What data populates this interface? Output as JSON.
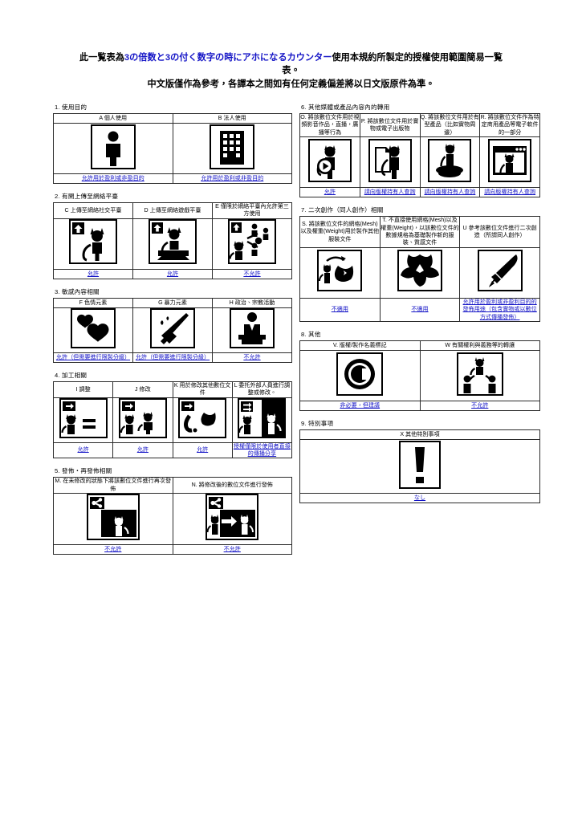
{
  "title": {
    "line1_pre": "此一覧表為",
    "line1_hl": "3の倍数と3の付く数字の時にアホになるカウンター",
    "line1_post": "使用本規約所製定的授權使用範圍簡易一覧",
    "line2": "表。",
    "line3": "中文版僅作為參考，各譯本之間如有任何定義偏差將以日文版原件為準。"
  },
  "sections": [
    {
      "id": "sec1",
      "heading": "1. 使用目的",
      "columns": 2,
      "cells": [
        {
          "label": "A 個人使用",
          "icon": "person-icon",
          "status": "允許用於盈利或非盈目的",
          "underline": true
        },
        {
          "label": "B 法人使用",
          "icon": "building-icon",
          "status": "允許用於盈利或非盈目的",
          "underline": true
        }
      ]
    },
    {
      "id": "sec2",
      "heading": "2. 有閞上傳至網絡平臺",
      "columns": 3,
      "cells": [
        {
          "label": "C 上傳至網絡社交平臺",
          "icon": "upload-cat-icon",
          "status": "允許",
          "underline": true
        },
        {
          "label": "D 上傳至網絡遊戲平臺",
          "icon": "upload-cat-screen-icon",
          "status": "允許",
          "underline": true
        },
        {
          "label": "E 僅限於網絡平臺內允許第三方使用",
          "icon": "upload-cat-share-icon",
          "status": "不允許",
          "underline": true
        }
      ]
    },
    {
      "id": "sec3",
      "heading": "3. 敏感內容相關",
      "columns": 3,
      "cells": [
        {
          "label": "F 色情元素",
          "icon": "hearts-icon",
          "status": "允許（但需要進行限製分級）",
          "underline": true
        },
        {
          "label": "G 暴力元素",
          "icon": "knife-icon",
          "status": "允許（但需要進行限製分級）",
          "underline": true
        },
        {
          "label": "H 政治、宗教活動",
          "icon": "podium-speaker-icon",
          "status": "不允許",
          "underline": true
        }
      ]
    },
    {
      "id": "sec4",
      "heading": "4. 加工相關",
      "columns": 4,
      "cells": [
        {
          "label": "I 調整",
          "icon": "arrow-cat-equals-icon",
          "status": "允許",
          "underline": true
        },
        {
          "label": "J 修改",
          "icon": "arrow-cat-pair-icon",
          "status": "允許",
          "underline": true
        },
        {
          "label": "K 用於修改其他數位文件",
          "icon": "arrow-cat-parts-icon",
          "status": "允許",
          "underline": true
        },
        {
          "label": "L 委托外部人員進行調整或修改。",
          "icon": "arrow-two-cats-split-icon",
          "status": "授權僅限於使用者直接的傳播分享",
          "underline": true
        }
      ]
    },
    {
      "id": "sec5",
      "heading": "5. 發佈・再發佈相關",
      "columns": 2,
      "cells": [
        {
          "label": "M. 在未修改的狀態下將該數位文件進行再次發佈",
          "icon": "share-cat-box-icon",
          "status": "不允許",
          "underline": true
        },
        {
          "label": "N. 將修改後的數位文件進行發佈",
          "icon": "share-cats-arrow-icon",
          "status": "不允許",
          "underline": true
        }
      ]
    },
    {
      "id": "sec6",
      "heading": "6. 其他媒體或產品內容內的轉用",
      "columns": 4,
      "cells": [
        {
          "label": "O. 將該數位文件用於視頻影音作品，直播，廣播等行為",
          "icon": "cat-play-button-icon",
          "status": "允許",
          "underline": true
        },
        {
          "label": "P. 將該數位文件用於實物或電子出版物",
          "icon": "cat-document-icon",
          "status": "請向版權持有人查詢",
          "underline": true
        },
        {
          "label": "Q. 將該數位文件用於有型產品（比如實物周邊）",
          "icon": "cat-figurine-icon",
          "status": "請向版權持有人查詢",
          "underline": true
        },
        {
          "label": "R. 將該數位文件作為特定商用產品等電子軟件的一部分",
          "icon": "cat-browser-window-icon",
          "status": "請向版權持有人查詢",
          "underline": true
        }
      ]
    },
    {
      "id": "sec7",
      "heading": "7. 二次創作（同人創作）相關",
      "columns": 3,
      "cells": [
        {
          "label": "S. 將該數位文件的網格(Mesh)以及權重(Weight)用於製作其他服裝文件",
          "icon": "cat-mesh-reuse-icon",
          "status": "不適用",
          "underline": true
        },
        {
          "label": "T. 不直接使用網格(Mesh)以及權重(Weight)，以該數位文件的數據規格為基礎製作新的服裝、質感文件",
          "icon": "mesh-fragment-icon",
          "status": "不適用",
          "underline": true
        },
        {
          "label": "U 參考該數位文件進行二次創造（所謂同人創作）",
          "icon": "pen-brush-icon",
          "status": "允許用於盈利或非盈利目的的發佈用途（包含實物或以數位方式傳播發佈）",
          "underline": true
        }
      ]
    },
    {
      "id": "sec8",
      "heading": "8. 其他",
      "columns": 2,
      "cells": [
        {
          "label": "V. 版權/製作名義標記",
          "icon": "copyright-icon",
          "status": "非必要，但建議",
          "underline": true
        },
        {
          "label": "W 有關權利與義務等的轉讓",
          "icon": "cat-transfer-people-icon",
          "status": "不允許",
          "underline": true
        }
      ]
    },
    {
      "id": "sec9",
      "heading": "9. 特別事項",
      "columns": 1,
      "cells": [
        {
          "label": "X 其他特別事項",
          "icon": "exclamation-icon",
          "status": "なし",
          "underline": true
        }
      ]
    }
  ],
  "colors": {
    "status_blue": "#1313c6",
    "title_highlight": "#1313c6",
    "border": "#2b2b2b",
    "ink": "#000000"
  }
}
